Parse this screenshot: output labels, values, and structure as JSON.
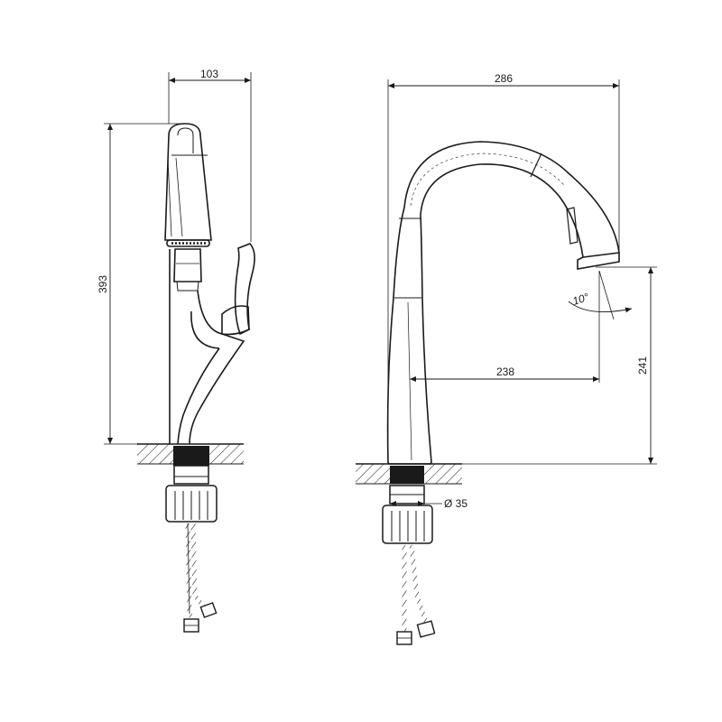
{
  "side_view": {
    "width_label": "103",
    "height_label": "393"
  },
  "front_view": {
    "width_label": "286",
    "reach_label": "238",
    "spout_height_label": "241",
    "angle_label": "10°",
    "diameter_label": "Ø 35"
  },
  "colors": {
    "line": "#1a1a1a",
    "hatch": "#1a1a1a",
    "background": "#ffffff"
  }
}
